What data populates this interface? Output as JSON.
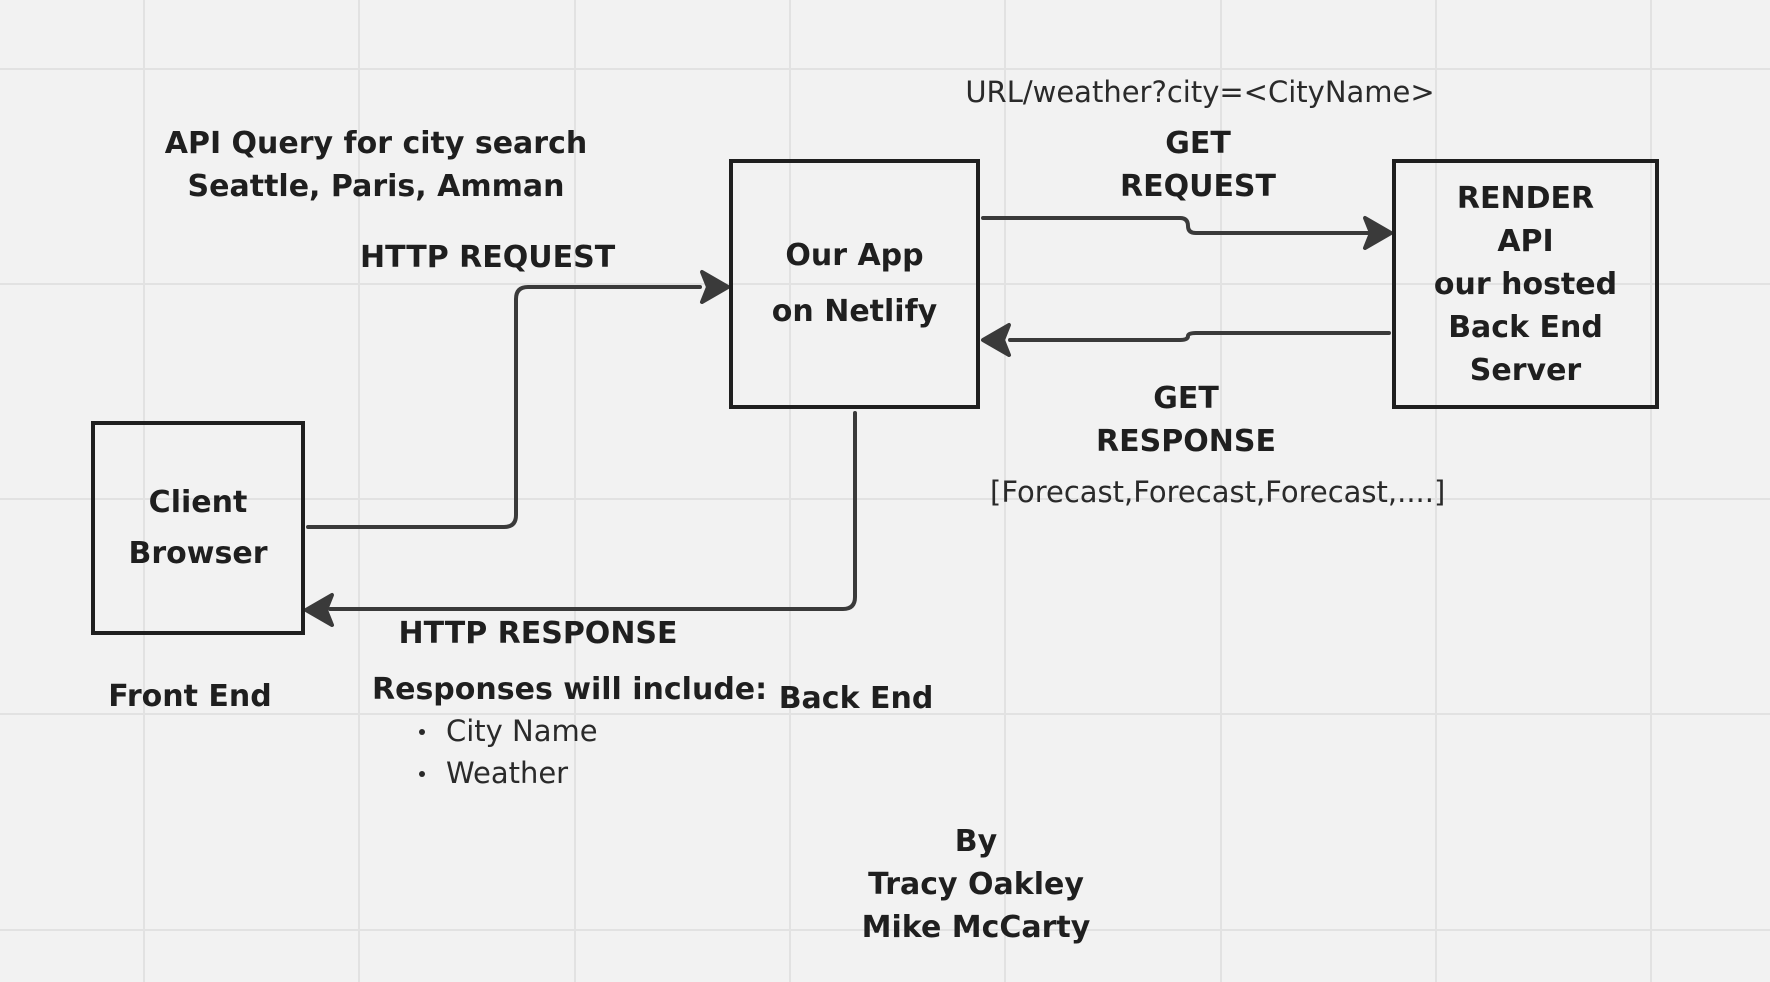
{
  "boxes": {
    "client_browser": [
      "Client",
      "Browser"
    ],
    "our_app": [
      "Our App",
      "on Netlify"
    ],
    "render_api": [
      "RENDER",
      "API",
      "our hosted",
      "Back End Server"
    ]
  },
  "labels": {
    "url": "URL/weather?city=<CityName>",
    "api_query": [
      "API Query for city search",
      "Seattle, Paris, Amman"
    ],
    "http_request": "HTTP REQUEST",
    "get_request": [
      "GET",
      "REQUEST"
    ],
    "get_response": [
      "GET",
      "RESPONSE"
    ],
    "forecast_array": "[Forecast,Forecast,Forecast,....]",
    "http_response": "HTTP RESPONSE",
    "responses_heading": "Responses will include:",
    "responses_items": [
      "City Name",
      "Weather"
    ],
    "front_end": "Front End",
    "back_end": "Back End",
    "credits": [
      "By",
      "Tracy Oakley",
      "Mike McCarty"
    ]
  },
  "colors": {
    "background": "#f2f2f2",
    "grid": "#e2e2e2",
    "ink": "#1f1f1f",
    "arrow": "#3a3a3a"
  }
}
